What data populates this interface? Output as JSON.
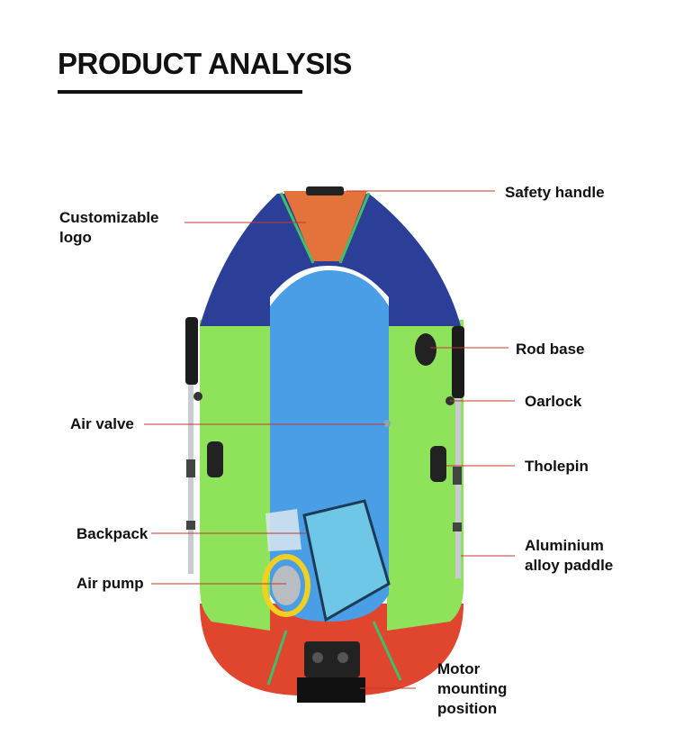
{
  "title": "PRODUCT ANALYSIS",
  "labels": {
    "safety_handle": "Safety handle",
    "customizable_logo": "Customizable\nlogo",
    "rod_base": "Rod base",
    "oarlock": "Oarlock",
    "air_valve": "Air valve",
    "tholepin": "Tholepin",
    "backpack": "Backpack",
    "aluminium_paddle": "Aluminium\nalloy paddle",
    "air_pump": "Air pump",
    "motor_mount": "Motor\nmounting\nposition"
  },
  "colors": {
    "text": "#111111",
    "leader_line": "#c0392b",
    "bow": "#e3733a",
    "side_front": "#2b3f99",
    "side_tube": "#8fe35a",
    "stern": "#e0452e",
    "floor": "#4a9ee6",
    "seam": "#3fbf6a",
    "backpack": "#6fc7e8"
  }
}
